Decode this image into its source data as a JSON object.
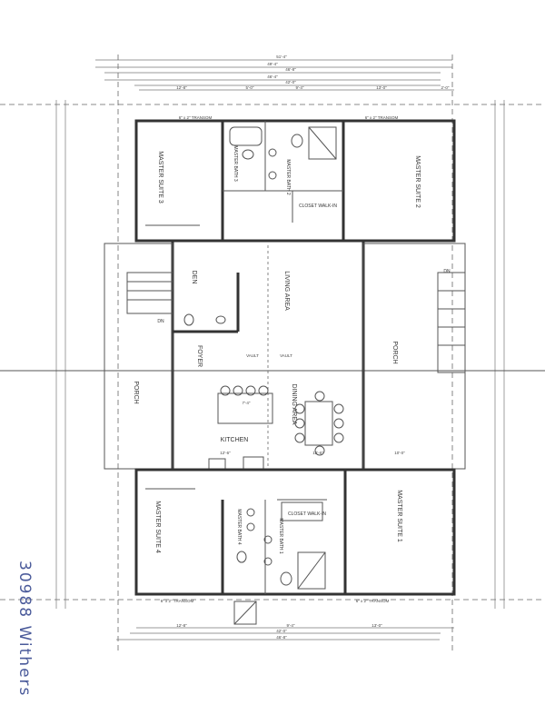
{
  "handwritten_note": "30988 Withers",
  "rooms": {
    "master_suite_3": "MASTER SUITE 3",
    "master_suite_2": "MASTER SUITE 2",
    "master_suite_4": "MASTER SUITE 4",
    "master_suite_1": "MASTER SUITE 1",
    "master_bath_3": "MASTER BATH 3",
    "master_bath_2": "MASTER BATH 2",
    "master_bath_4": "MASTER BATH 4",
    "master_bath_1": "MASTER BATH 1",
    "closet_top": "CLOSET WALK-IN",
    "closet_bottom": "CLOSET WALK-IN",
    "den": "DEN",
    "living": "LIVING AREA",
    "foyer": "FOYER",
    "dining": "DINING AREA",
    "kitchen": "KITCHEN",
    "porch_left": "PORCH",
    "porch_right": "PORCH",
    "vault_left": "VAULT",
    "vault_right": "VAULT",
    "dn_left": "DN",
    "dn_right": "DN"
  },
  "dimensions": {
    "overall_1": "51'-4\"",
    "overall_2": "49'-4\"",
    "overall_3": "46'-8\"",
    "overall_4": "46'-4\"",
    "overall_5": "42'-0\"",
    "top_seg_1": "12'-8\"",
    "top_seg_2": "5'-0\"",
    "top_seg_3": "9'-4\"",
    "top_seg_4": "13'-0\"",
    "top_seg_5": "2'-0\"",
    "transom_top_left": "6\" x 2\" TRANSOM",
    "transom_top_right": "6\" x 2\" TRANSOM",
    "transom_bottom_left": "6\" x 2\" TRANSOM",
    "transom_bottom_right": "6\" x 2\" TRANSOM",
    "bottom_seg_1": "12'-8\"",
    "bottom_seg_2": "9'-4\"",
    "bottom_seg_3": "13'-0\"",
    "bottom_overall_1": "42'-0\"",
    "bottom_overall_2": "46'-8\"",
    "kitchen_island": "7'-4\"",
    "kitchen_width": "12'-6\"",
    "dining_width": "12'-6\"",
    "porch_width": "10'-0\""
  }
}
